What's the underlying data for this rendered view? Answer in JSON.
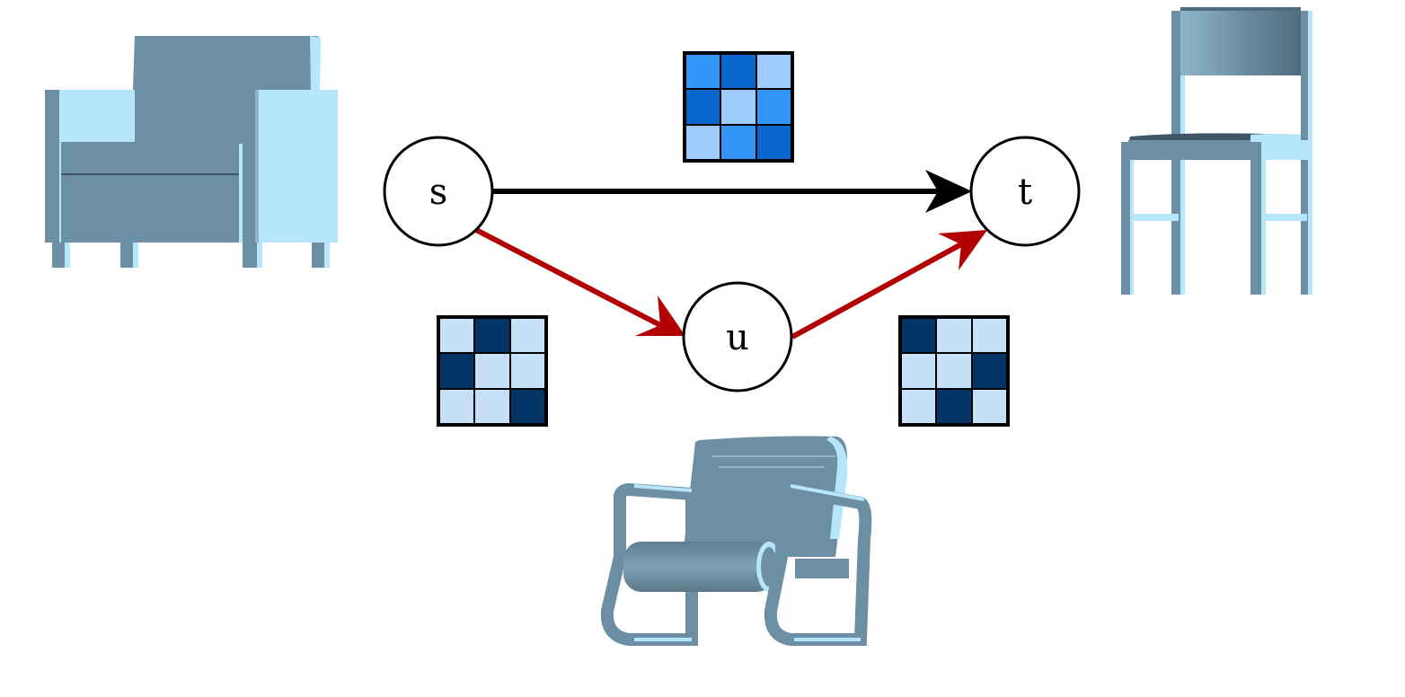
{
  "nodes": {
    "s": {
      "label": "s"
    },
    "t": {
      "label": "t"
    },
    "u": {
      "label": "u"
    }
  },
  "edges": [
    {
      "from": "s",
      "to": "t",
      "color": "#000000"
    },
    {
      "from": "s",
      "to": "u",
      "color": "#b30000"
    },
    {
      "from": "u",
      "to": "t",
      "color": "#b30000"
    }
  ],
  "matrices": {
    "s_to_t": {
      "colors": [
        [
          "#3395f5",
          "#0a66cc",
          "#9dcbfb"
        ],
        [
          "#0a66cc",
          "#9dcbfb",
          "#3395f5"
        ],
        [
          "#9dcbfb",
          "#3395f5",
          "#0a66cc"
        ]
      ]
    },
    "s_to_u": {
      "colors": [
        [
          "#c6e0f8",
          "#023466",
          "#c6e0f8"
        ],
        [
          "#023466",
          "#c6e0f8",
          "#c6e0f8"
        ],
        [
          "#c6e0f8",
          "#c6e0f8",
          "#023466"
        ]
      ]
    },
    "u_to_t": {
      "colors": [
        [
          "#023466",
          "#c6e0f8",
          "#c6e0f8"
        ],
        [
          "#c6e0f8",
          "#c6e0f8",
          "#023466"
        ],
        [
          "#c6e0f8",
          "#023466",
          "#c6e0f8"
        ]
      ]
    }
  },
  "shapes": {
    "s": {
      "object": "armchair"
    },
    "t": {
      "object": "dining-chair"
    },
    "u": {
      "object": "lounge-chair"
    }
  },
  "colors": {
    "shape_dark": "#6d8fa3",
    "shape_light": "#b5e6fb"
  }
}
